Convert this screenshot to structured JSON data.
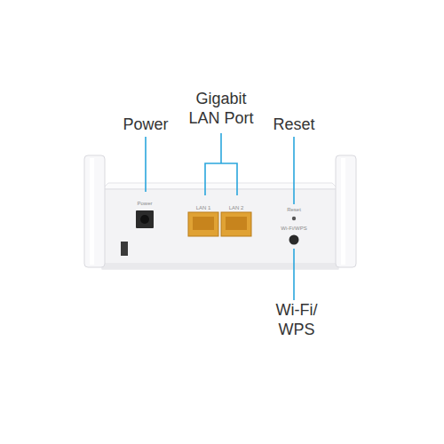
{
  "diagram": {
    "labels": [
      "Gigabit LAN Port",
      "Power",
      "Reset",
      "Power",
      "LAN 1",
      "LAN 2",
      "Reset",
      "Wi-Fi/WPS",
      "Wi-Fi/ WPS"
    ]
  }
}
